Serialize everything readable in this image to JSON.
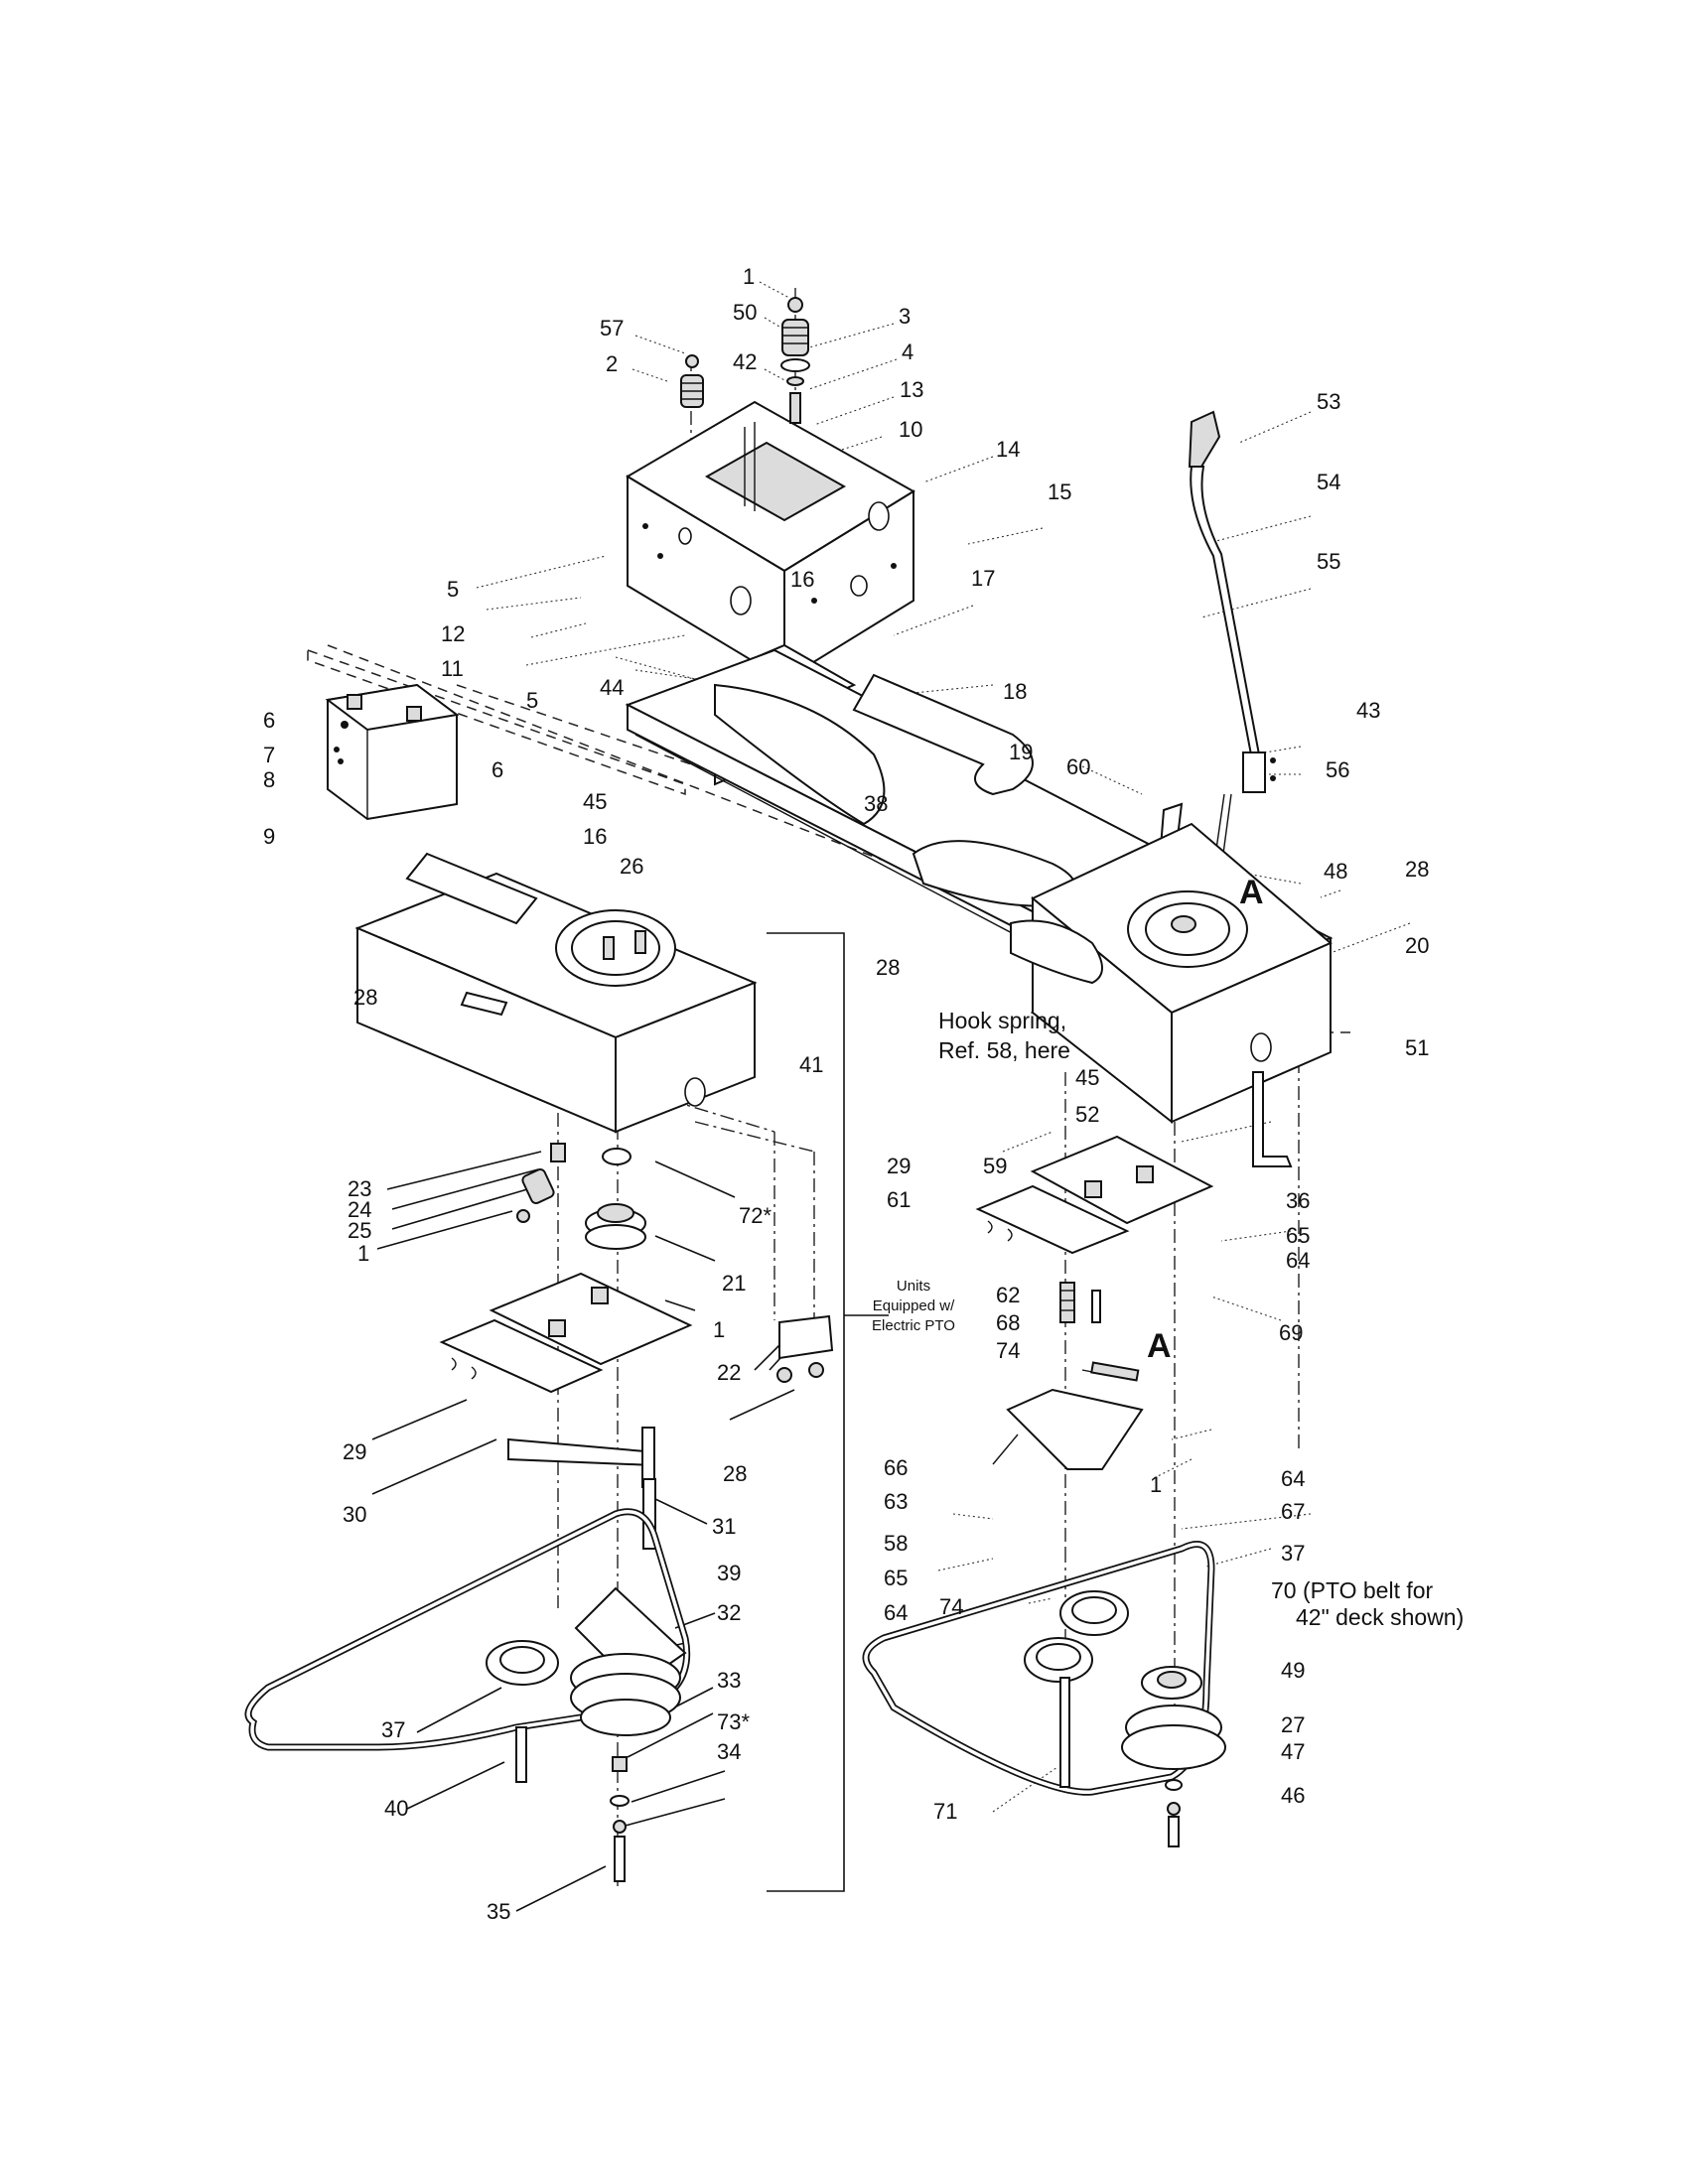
{
  "figure": {
    "callouts": [
      {
        "id": "c1a",
        "text": "1"
      },
      {
        "id": "c50",
        "text": "50"
      },
      {
        "id": "c3",
        "text": "3"
      },
      {
        "id": "c57",
        "text": "57"
      },
      {
        "id": "c42",
        "text": "42"
      },
      {
        "id": "c4",
        "text": "4"
      },
      {
        "id": "c2",
        "text": "2"
      },
      {
        "id": "c13",
        "text": "13"
      },
      {
        "id": "c10",
        "text": "10"
      },
      {
        "id": "c14",
        "text": "14"
      },
      {
        "id": "c53",
        "text": "53"
      },
      {
        "id": "c54",
        "text": "54"
      },
      {
        "id": "c15",
        "text": "15"
      },
      {
        "id": "c55",
        "text": "55"
      },
      {
        "id": "c5a",
        "text": "5"
      },
      {
        "id": "c16a",
        "text": "16"
      },
      {
        "id": "c17",
        "text": "17"
      },
      {
        "id": "c12",
        "text": "12"
      },
      {
        "id": "c11",
        "text": "11"
      },
      {
        "id": "c44",
        "text": "44"
      },
      {
        "id": "c18",
        "text": "18"
      },
      {
        "id": "c5b",
        "text": "5"
      },
      {
        "id": "c43",
        "text": "43"
      },
      {
        "id": "c6a",
        "text": "6"
      },
      {
        "id": "c7",
        "text": "7"
      },
      {
        "id": "c8",
        "text": "8"
      },
      {
        "id": "c19",
        "text": "19"
      },
      {
        "id": "c6b",
        "text": "6"
      },
      {
        "id": "c60",
        "text": "60"
      },
      {
        "id": "c56",
        "text": "56"
      },
      {
        "id": "c45a",
        "text": "45"
      },
      {
        "id": "c38",
        "text": "38"
      },
      {
        "id": "c9",
        "text": "9"
      },
      {
        "id": "c16b",
        "text": "16"
      },
      {
        "id": "c26",
        "text": "26"
      },
      {
        "id": "c48",
        "text": "48"
      },
      {
        "id": "c28a",
        "text": "28"
      },
      {
        "id": "c28b",
        "text": "28"
      },
      {
        "id": "c20",
        "text": "20"
      },
      {
        "id": "c28c",
        "text": "28"
      },
      {
        "id": "c41",
        "text": "41"
      },
      {
        "id": "c51",
        "text": "51"
      },
      {
        "id": "c45b",
        "text": "45"
      },
      {
        "id": "c52",
        "text": "52"
      },
      {
        "id": "c23",
        "text": "23"
      },
      {
        "id": "c29a",
        "text": "29"
      },
      {
        "id": "c59",
        "text": "59"
      },
      {
        "id": "c72",
        "text": "72*"
      },
      {
        "id": "c24",
        "text": "24"
      },
      {
        "id": "c61",
        "text": "61"
      },
      {
        "id": "c36",
        "text": "36"
      },
      {
        "id": "c25",
        "text": "25"
      },
      {
        "id": "c1b",
        "text": "1"
      },
      {
        "id": "c65a",
        "text": "65"
      },
      {
        "id": "c64a",
        "text": "64"
      },
      {
        "id": "c21",
        "text": "21"
      },
      {
        "id": "c62",
        "text": "62"
      },
      {
        "id": "c1c",
        "text": "1"
      },
      {
        "id": "c68",
        "text": "68"
      },
      {
        "id": "c69",
        "text": "69"
      },
      {
        "id": "c22",
        "text": "22"
      },
      {
        "id": "c74a",
        "text": "74"
      },
      {
        "id": "c29b",
        "text": "29"
      },
      {
        "id": "c28d",
        "text": "28"
      },
      {
        "id": "c66",
        "text": "66"
      },
      {
        "id": "c64b",
        "text": "64"
      },
      {
        "id": "c1d",
        "text": "1"
      },
      {
        "id": "c30",
        "text": "30"
      },
      {
        "id": "c63",
        "text": "63"
      },
      {
        "id": "c67",
        "text": "67"
      },
      {
        "id": "c31",
        "text": "31"
      },
      {
        "id": "c58",
        "text": "58"
      },
      {
        "id": "c37a",
        "text": "37"
      },
      {
        "id": "c39",
        "text": "39"
      },
      {
        "id": "c65b",
        "text": "65"
      },
      {
        "id": "c64c",
        "text": "64"
      },
      {
        "id": "c74b",
        "text": "74"
      },
      {
        "id": "c32",
        "text": "32"
      },
      {
        "id": "c49",
        "text": "49"
      },
      {
        "id": "c33",
        "text": "33"
      },
      {
        "id": "c37b",
        "text": "37"
      },
      {
        "id": "c27",
        "text": "27"
      },
      {
        "id": "c73",
        "text": "73*"
      },
      {
        "id": "c47",
        "text": "47"
      },
      {
        "id": "c34",
        "text": "34"
      },
      {
        "id": "c40",
        "text": "40"
      },
      {
        "id": "c46",
        "text": "46"
      },
      {
        "id": "c71",
        "text": "71"
      },
      {
        "id": "c35",
        "text": "35"
      }
    ],
    "notes": {
      "hook_spring_line1": "Hook spring,",
      "hook_spring_line2": "Ref. 58, here",
      "pto_belt_line1": "70 (PTO belt for",
      "pto_belt_line2": "42\" deck shown)",
      "units_line1": "Units",
      "units_line2": "Equipped w/",
      "units_line3": "Electric PTO"
    },
    "markers": {
      "a_upper": "A",
      "a_lower": "A"
    }
  }
}
